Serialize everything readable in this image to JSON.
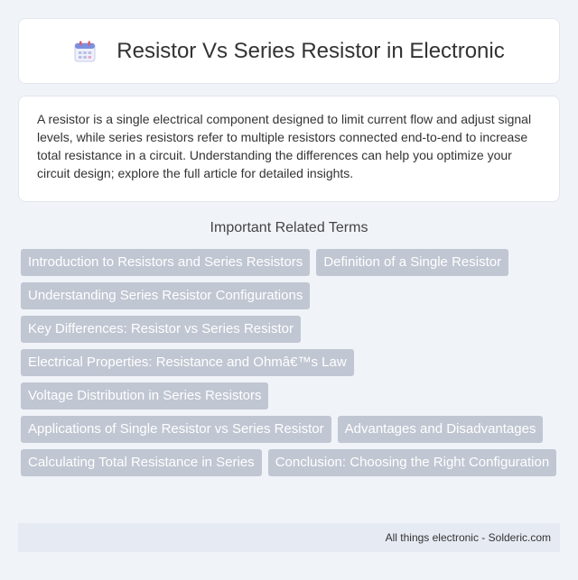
{
  "header": {
    "title": "Resistor Vs Series Resistor in Electronic",
    "icon": "calendar-icon"
  },
  "description": "A resistor is a single electrical component designed to limit current flow and adjust signal levels, while series resistors refer to multiple resistors connected end-to-end to increase total resistance in a circuit. Understanding the differences can help you optimize your circuit design; explore the full article for detailed insights.",
  "related": {
    "heading": "Important Related Terms",
    "tags": [
      "Introduction to Resistors and Series Resistors",
      "Definition of a Single Resistor",
      "Understanding Series Resistor Configurations",
      "Key Differences: Resistor vs Series Resistor",
      "Electrical Properties: Resistance and Ohmâ€™s Law",
      "Voltage Distribution in Series Resistors",
      "Applications of Single Resistor vs Series Resistor",
      "Advantages and Disadvantages",
      "Calculating Total Resistance in Series",
      "Conclusion: Choosing the Right Configuration"
    ]
  },
  "footer": {
    "text": "All things electronic - Solderic.com"
  },
  "colors": {
    "background": "#f0f3f8",
    "tag": "#c0c6d2",
    "footer": "#e6eaf3"
  }
}
